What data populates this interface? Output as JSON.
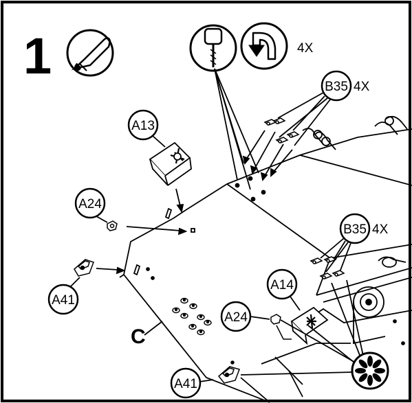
{
  "step": {
    "number": "1"
  },
  "tools": {
    "glue_icon": "glue-tube-icon",
    "drill_icon": "drill-bit-icon",
    "rotate_icon": "rotate-arrow-icon",
    "rotate_quantity": "4X"
  },
  "callouts": {
    "a13": "A13",
    "a24_left": "A24",
    "a41_left": "A41",
    "b35_top": "B35",
    "b35_top_qty": "4X",
    "b35_mid": "B35",
    "b35_mid_qty": "4X",
    "a14": "A14",
    "a24_right": "A24",
    "a41_bottom": "A41"
  },
  "panel_label": "C",
  "snowflake_icon": "snowflake-icon",
  "colors": {
    "line": "#000000",
    "background": "#ffffff"
  }
}
